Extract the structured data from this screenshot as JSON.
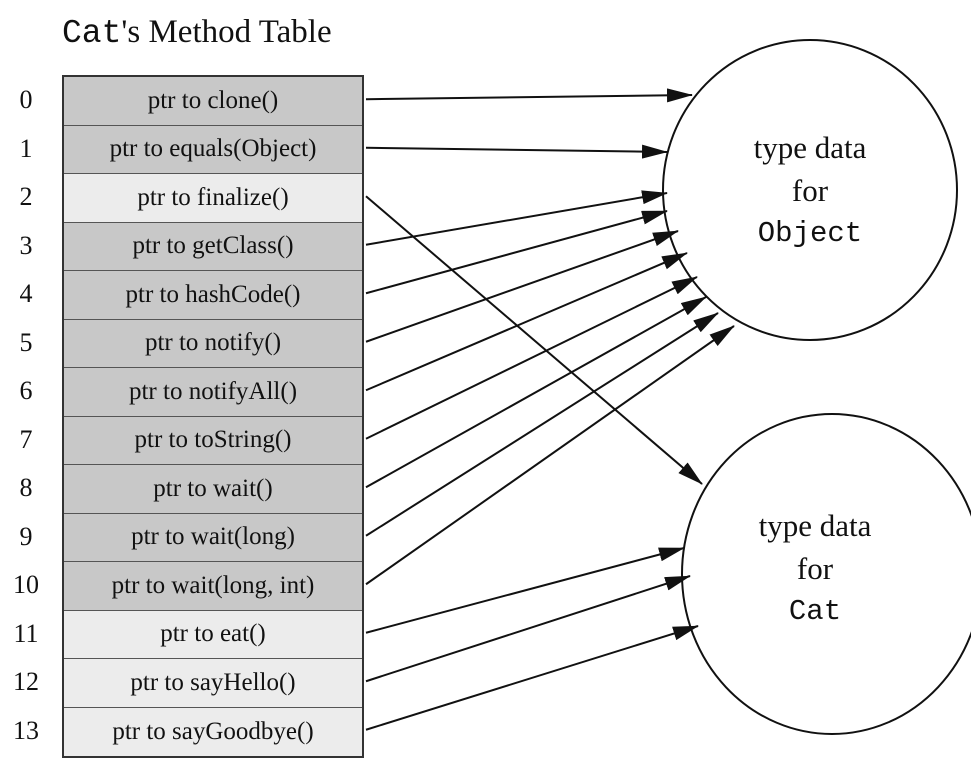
{
  "title": {
    "class_name": "Cat",
    "suffix": "'s Method Table"
  },
  "rows": [
    {
      "index": "0",
      "label": "ptr to clone()",
      "target": "object"
    },
    {
      "index": "1",
      "label": "ptr to equals(Object)",
      "target": "object"
    },
    {
      "index": "2",
      "label": "ptr to finalize()",
      "target": "cat"
    },
    {
      "index": "3",
      "label": "ptr to getClass()",
      "target": "object"
    },
    {
      "index": "4",
      "label": "ptr to hashCode()",
      "target": "object"
    },
    {
      "index": "5",
      "label": "ptr to notify()",
      "target": "object"
    },
    {
      "index": "6",
      "label": "ptr to notifyAll()",
      "target": "object"
    },
    {
      "index": "7",
      "label": "ptr to toString()",
      "target": "object"
    },
    {
      "index": "8",
      "label": "ptr to wait()",
      "target": "object"
    },
    {
      "index": "9",
      "label": "ptr to wait(long)",
      "target": "object"
    },
    {
      "index": "10",
      "label": "ptr to wait(long, int)",
      "target": "object"
    },
    {
      "index": "11",
      "label": "ptr to eat()",
      "target": "cat"
    },
    {
      "index": "12",
      "label": "ptr to sayHello()",
      "target": "cat"
    },
    {
      "index": "13",
      "label": "ptr to sayGoodbye()",
      "target": "cat"
    }
  ],
  "nodes": {
    "object": {
      "line1": "type data",
      "line2": "for",
      "type_name": "Object"
    },
    "cat": {
      "line1": "type data",
      "line2": "for",
      "type_name": "Cat"
    }
  },
  "colors": {
    "inherited_row": "#c8c8c8",
    "own_row": "#ececec",
    "stroke": "#111111"
  }
}
